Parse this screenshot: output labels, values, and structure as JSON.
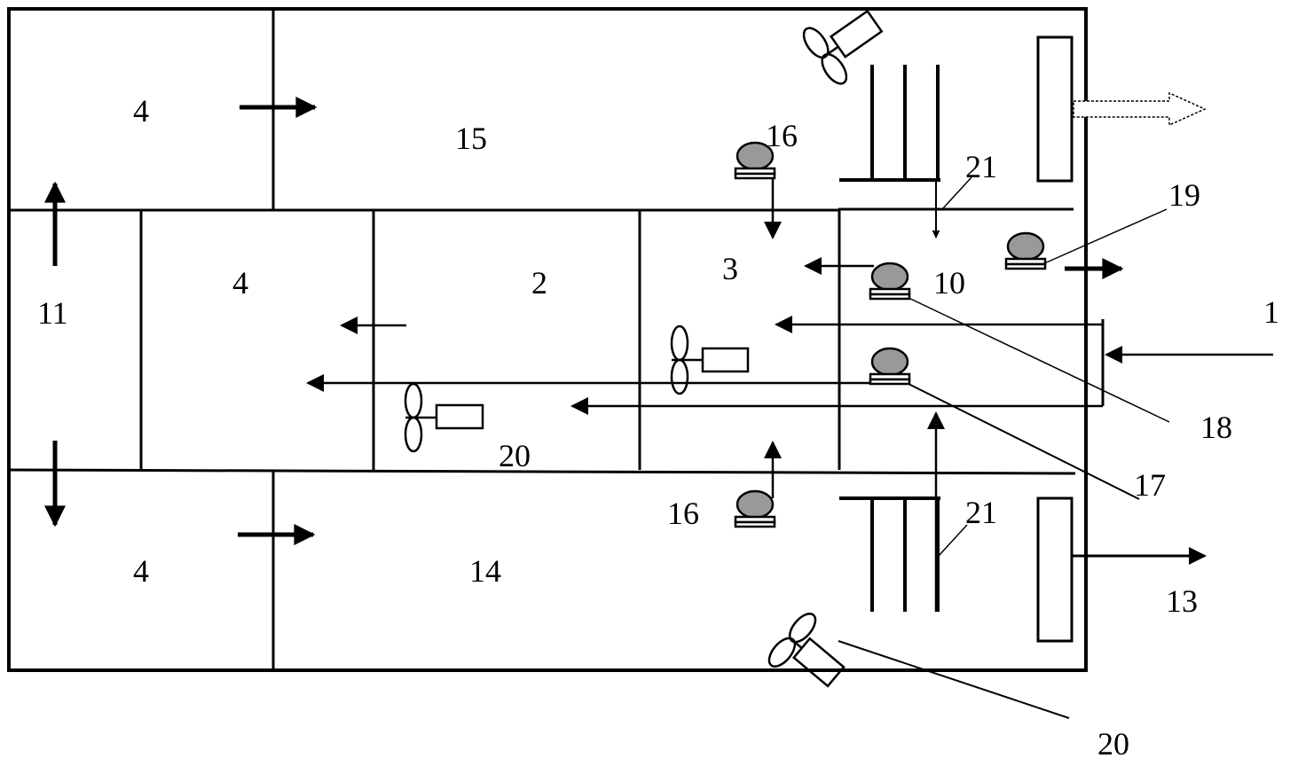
{
  "labels": {
    "room_top_left": "4",
    "room_middle_left": "4",
    "room_bottom_left": "4",
    "corridor_left": "11",
    "room_top": "15",
    "room_bottom": "14",
    "room_2": "2",
    "room_3": "3",
    "room_10": "10",
    "sensor_top": "16",
    "sensor_bottom": "16",
    "duct_top": "21",
    "duct_bottom": "21",
    "sensor_19": "19",
    "inlet_1": "1",
    "sensor_18": "18",
    "sensor_17": "17",
    "fan_20_inner": "20",
    "fan_20_outer": "20",
    "outlet_13": "13"
  },
  "icons": {
    "fan": "fan-icon",
    "sensor": "sensor-icon",
    "arrow": "arrow-icon",
    "heat_exchanger": "heat-exchanger-icon"
  }
}
